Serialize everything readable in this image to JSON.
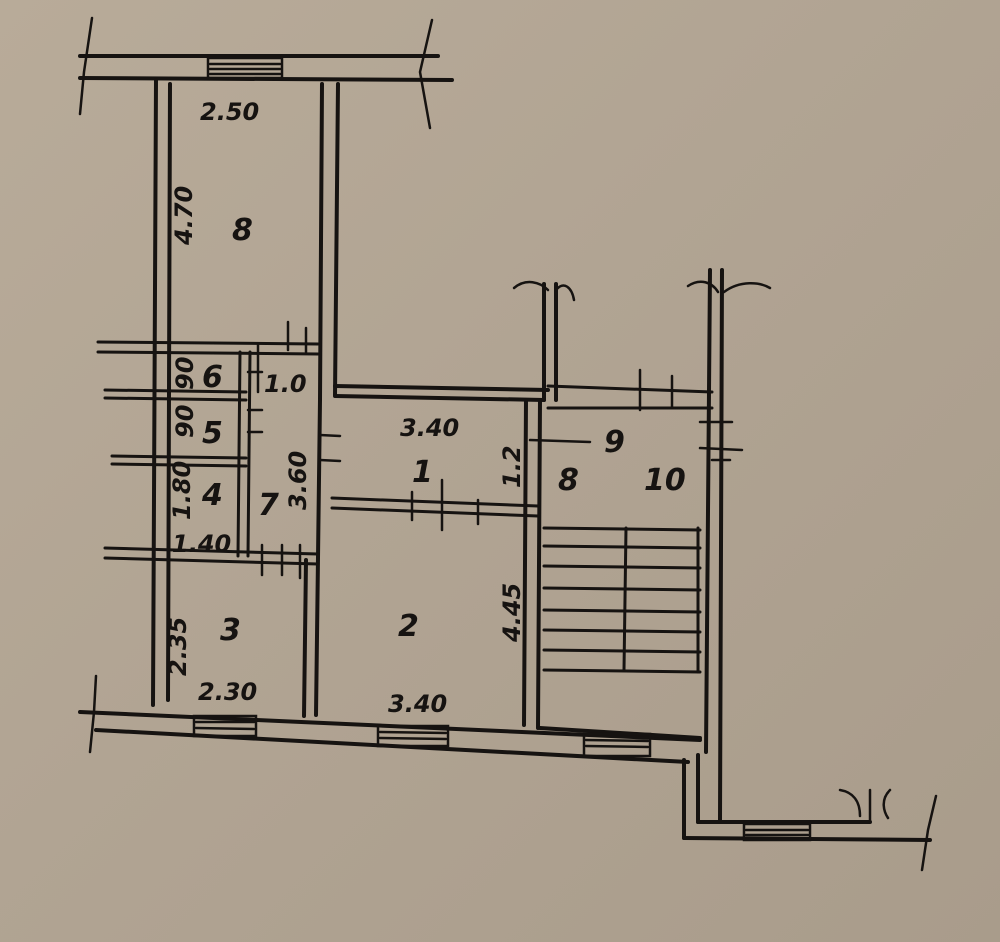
{
  "rooms": [
    {
      "id": "1",
      "label": "1"
    },
    {
      "id": "2",
      "label": "2"
    },
    {
      "id": "3",
      "label": "3"
    },
    {
      "id": "4",
      "label": "4"
    },
    {
      "id": "5",
      "label": "5"
    },
    {
      "id": "6",
      "label": "6"
    },
    {
      "id": "7",
      "label": "7"
    },
    {
      "id": "8a",
      "label": "8"
    },
    {
      "id": "8b",
      "label": "8"
    },
    {
      "id": "9",
      "label": "9"
    },
    {
      "id": "10",
      "label": "10"
    }
  ],
  "dimensions": {
    "d_2_50": "2.50",
    "d_4_70": "4.70",
    "d_1_0": "1.0",
    "d_90a": "90",
    "d_90b": "90",
    "d_1_80": "1.80",
    "d_1_40": "1.40",
    "d_3_60": "3.60",
    "d_3_40_top": "3.40",
    "d_1_2": "1.2",
    "d_4_45": "4.45",
    "d_2_35": "2.35",
    "d_2_30": "2.30",
    "d_3_40_bottom": "3.40"
  },
  "colors": {
    "paper": "#b3a694",
    "ink": "#161311"
  }
}
